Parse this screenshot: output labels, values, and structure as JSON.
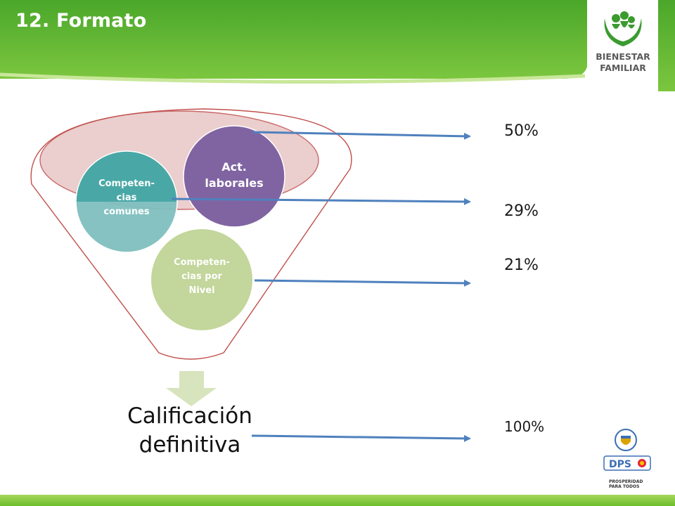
{
  "header": {
    "title": "12. Formato"
  },
  "logo": {
    "line1": "BIENESTAR",
    "line2": "FAMILIAR"
  },
  "diagram": {
    "circles": {
      "act_laborales": {
        "line1": "Act.",
        "line2": "laborales"
      },
      "competencias_comunes": {
        "line1": "Competen-",
        "line2": "cias",
        "line3": "comunes"
      },
      "competencias_nivel": {
        "line1": "Competen-",
        "line2": "cias por",
        "line3": "Nivel"
      }
    },
    "result": {
      "line1": "Calificación",
      "line2": "definitiva"
    },
    "percentages": {
      "act_laborales": "50%",
      "competencias_comunes": "29%",
      "competencias_nivel": "21%",
      "total": "100%"
    }
  },
  "footer": {
    "dps": "DPS",
    "slogan_line1": "PROSPERIDAD",
    "slogan_line2": "PARA TODOS"
  },
  "colors": {
    "header_green": "#5cb531",
    "purple": "#8064a2",
    "teal": "#4bacc6",
    "green_circle": "#9bbb59",
    "arrow_blue": "#4f81bd",
    "funnel_red": "#c0504d"
  }
}
